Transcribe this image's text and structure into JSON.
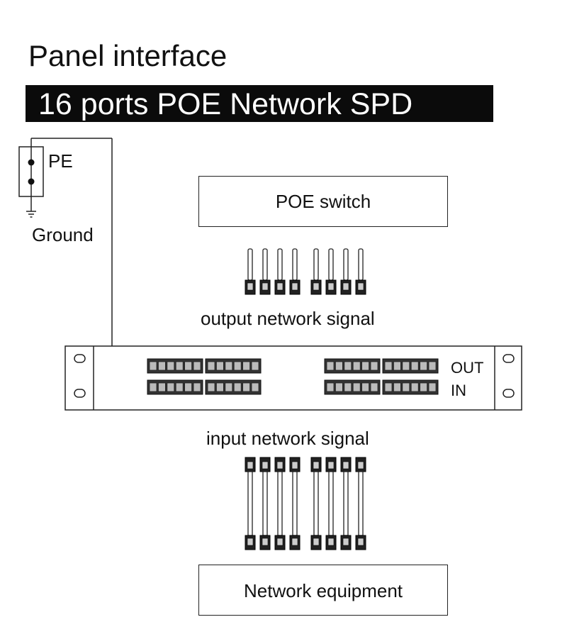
{
  "header": {
    "title": "Panel interface",
    "banner": "16 ports POE Network SPD"
  },
  "ground": {
    "pe_label": "PE",
    "ground_label": "Ground"
  },
  "top_device": {
    "label": "POE switch"
  },
  "output_label": "output network signal",
  "panel": {
    "out_label": "OUT",
    "in_label": "IN",
    "port_groups": 4,
    "ports_per_group": 6
  },
  "input_label": "input network signal",
  "bottom_device": {
    "label": "Network equipment"
  },
  "cables": {
    "output_count": 8,
    "input_count": 8
  }
}
